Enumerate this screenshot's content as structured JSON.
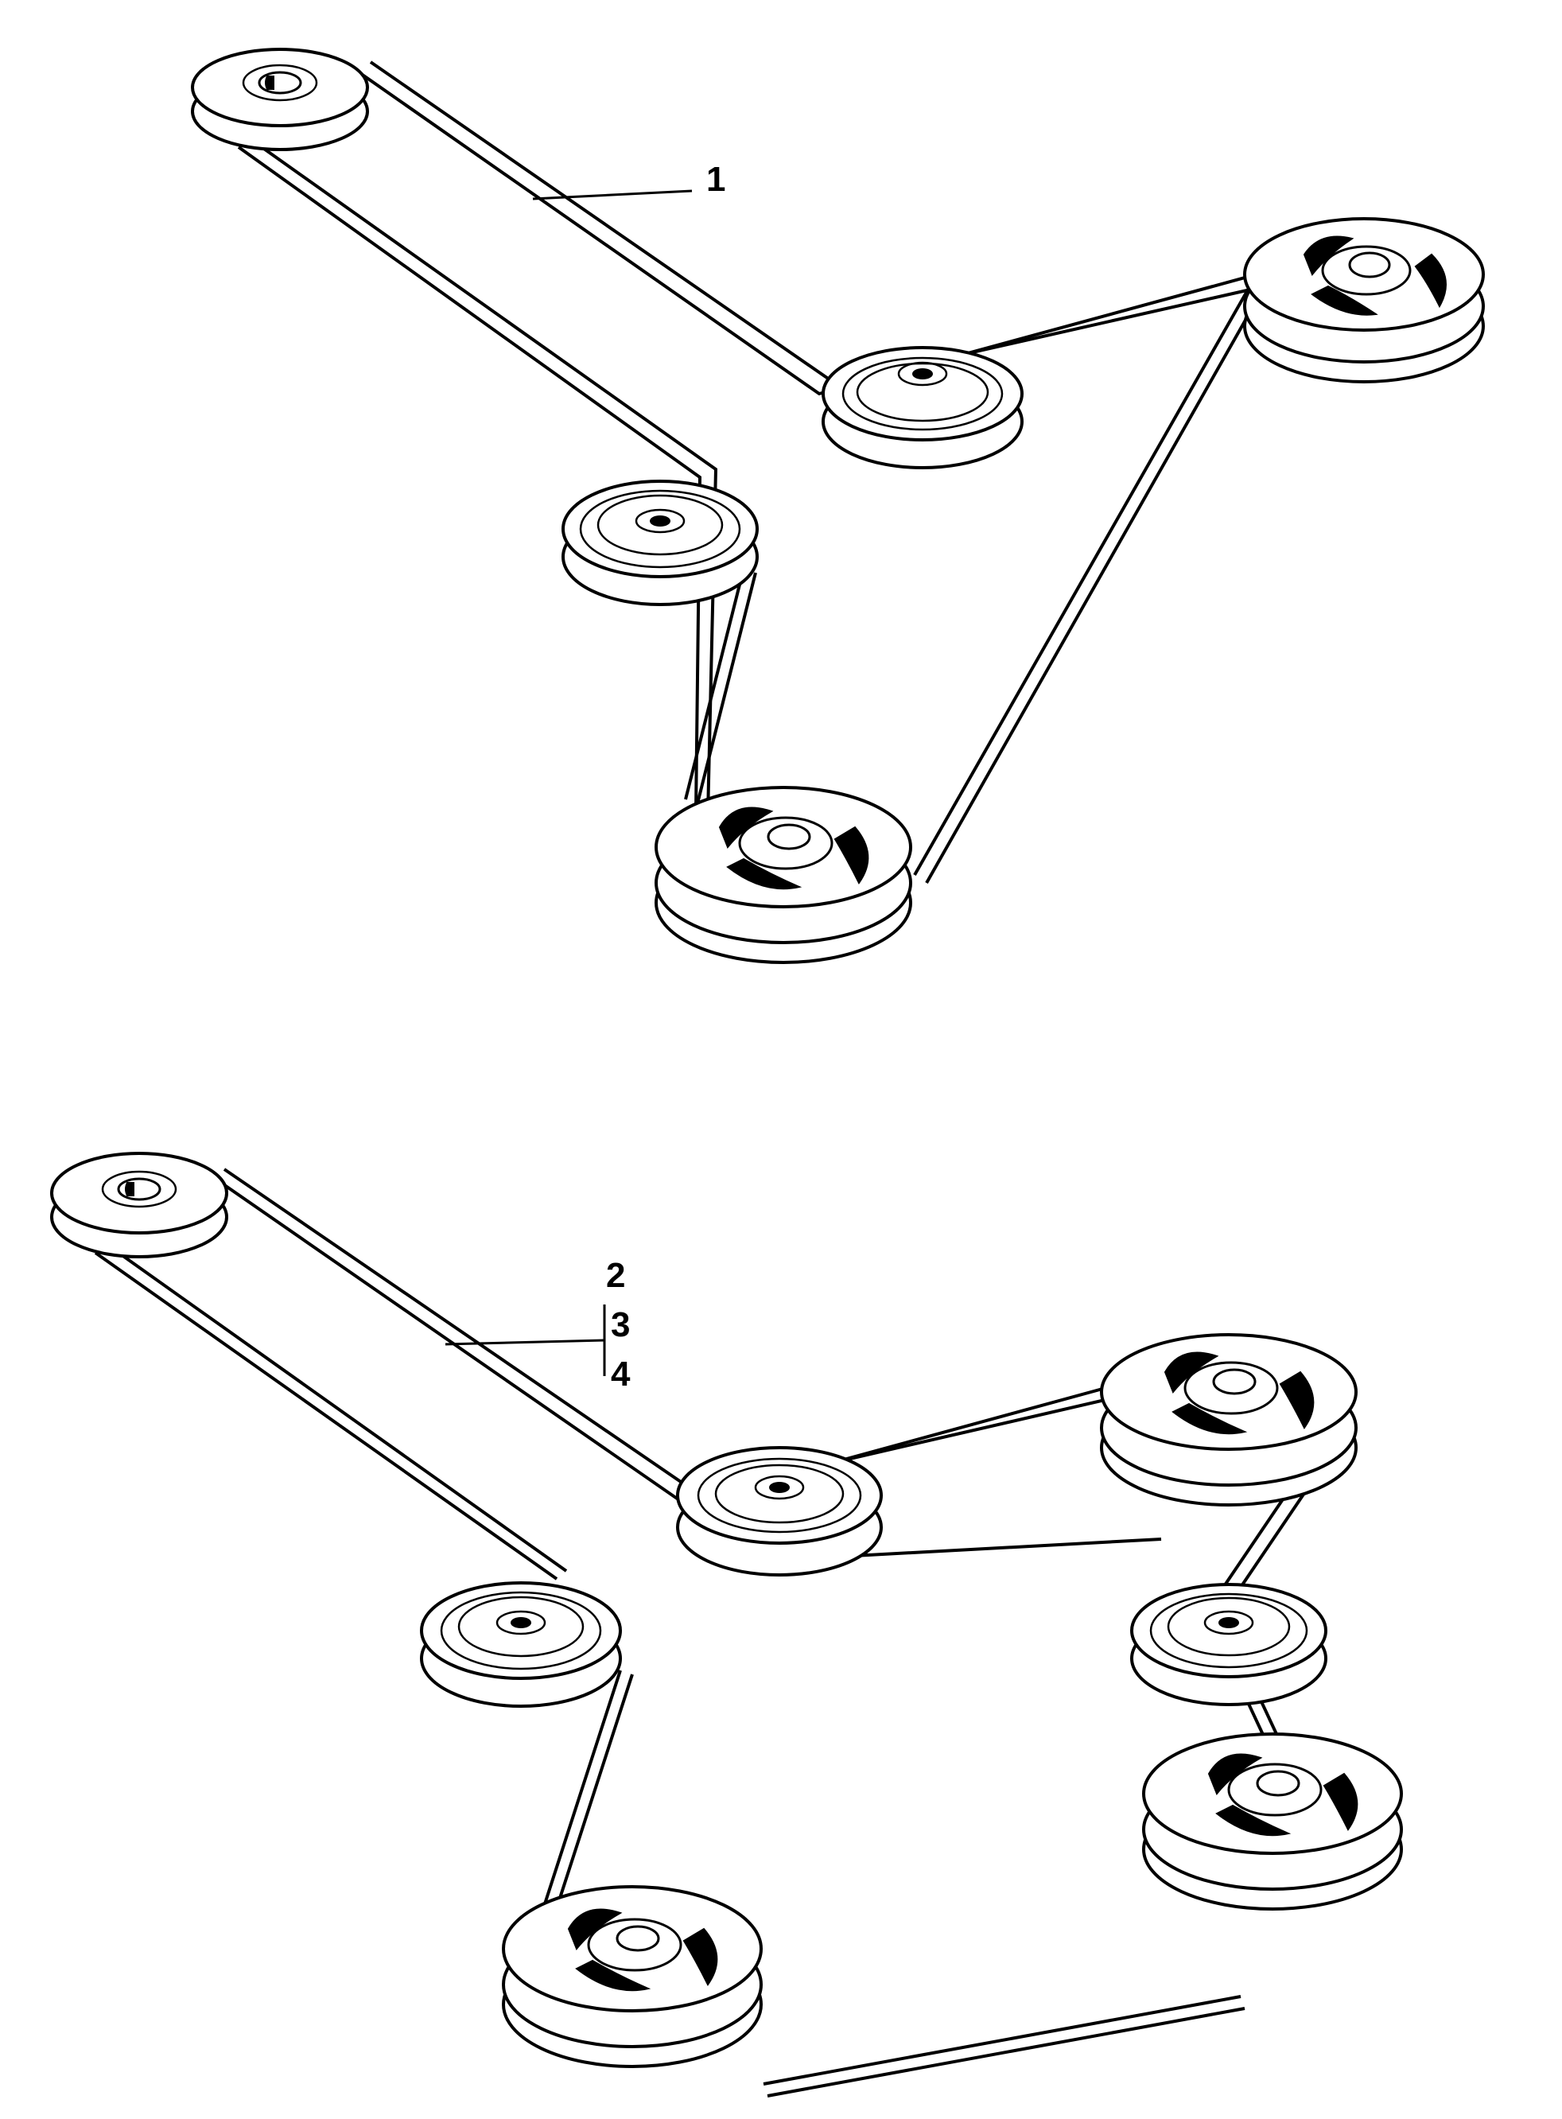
{
  "callouts": {
    "top": "1",
    "bottom": [
      "2",
      "3",
      "4"
    ]
  },
  "colors": {
    "ink": "#000000",
    "paper": "#ffffff"
  }
}
